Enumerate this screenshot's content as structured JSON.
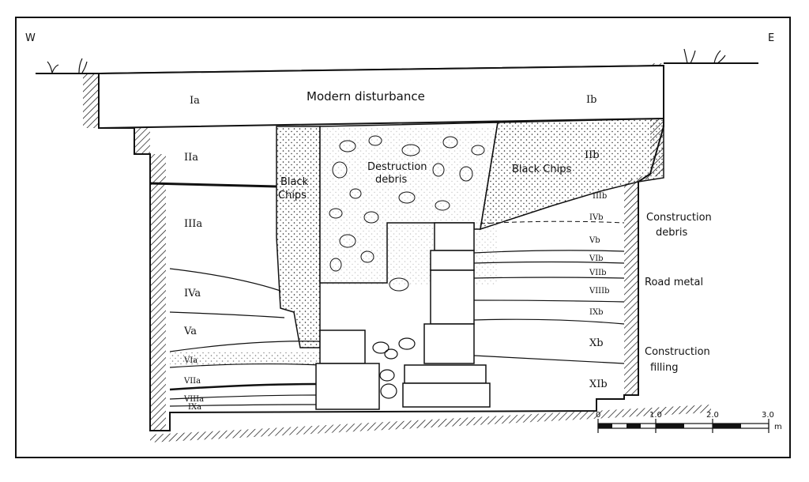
{
  "compass": {
    "west": "W",
    "east": "E"
  },
  "layers": {
    "modern": "Modern disturbance",
    "Ia": "Ia",
    "Ib": "Ib",
    "IIa": "IIa",
    "IIb": "IIb",
    "IIIa": "IIIa",
    "IIIb": "IIIb",
    "IVa": "IVa",
    "IVb": "IVb",
    "Va": "Va",
    "Vb": "Vb",
    "VIa": "VIa",
    "VIb": "VIb",
    "VIIa": "VIIa",
    "VIIb": "VIIb",
    "VIIIa": "VIIIa",
    "VIIIb": "VIIIb",
    "IXa": "IXa",
    "IXb": "IXb",
    "Xb": "Xb",
    "XIb": "XIb"
  },
  "deposits": {
    "black_chips_left_1": "Black",
    "black_chips_left_2": "Chips",
    "destruction_1": "Destruction",
    "destruction_2": "debris",
    "black_chips_right": "Black Chips"
  },
  "annotations": {
    "construction_debris_1": "Construction",
    "construction_debris_2": "debris",
    "road_metal": "Road metal",
    "construction_filling_1": "Construction",
    "construction_filling_2": "filling"
  },
  "scale": {
    "ticks": [
      "0",
      "1.0",
      "2.0",
      "3.0"
    ],
    "unit": "m"
  }
}
